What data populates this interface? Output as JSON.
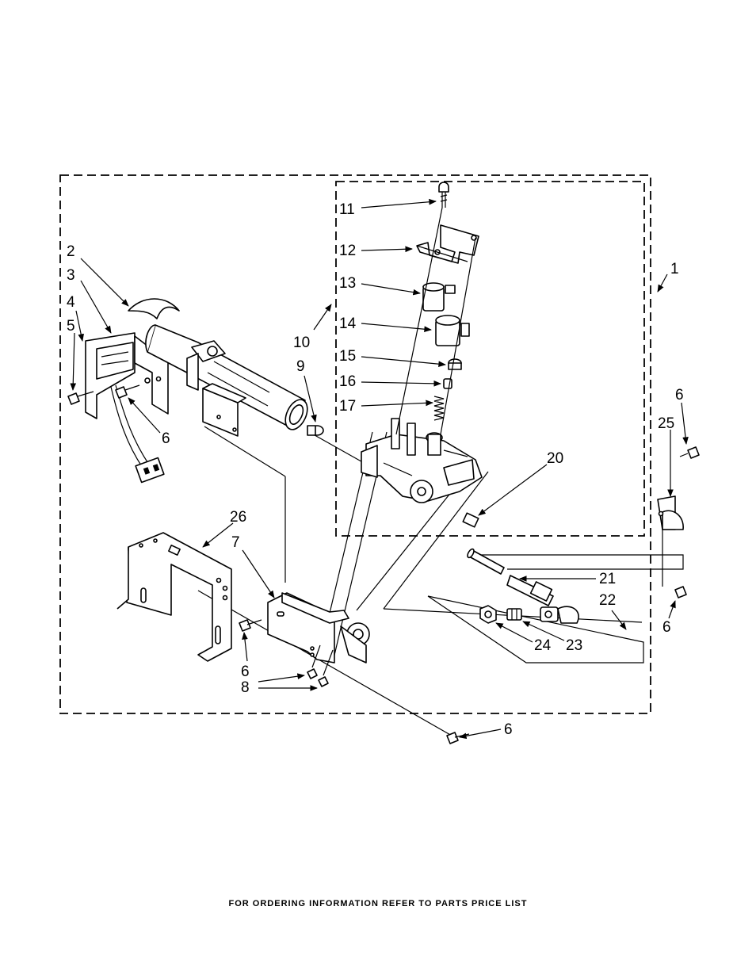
{
  "callouts": {
    "c1": "1",
    "c2": "2",
    "c3": "3",
    "c4": "4",
    "c5": "5",
    "c6a": "6",
    "c6b": "6",
    "c6c": "6",
    "c6d": "6",
    "c6e": "6",
    "c7": "7",
    "c8": "8",
    "c9": "9",
    "c10": "10",
    "c11": "11",
    "c12": "12",
    "c13": "13",
    "c14": "14",
    "c15": "15",
    "c16": "16",
    "c17": "17",
    "c20": "20",
    "c21": "21",
    "c22": "22",
    "c23": "23",
    "c24": "24",
    "c25": "25",
    "c26": "26"
  },
  "footer": {
    "note": "FOR ORDERING INFORMATION REFER TO PARTS PRICE LIST"
  }
}
